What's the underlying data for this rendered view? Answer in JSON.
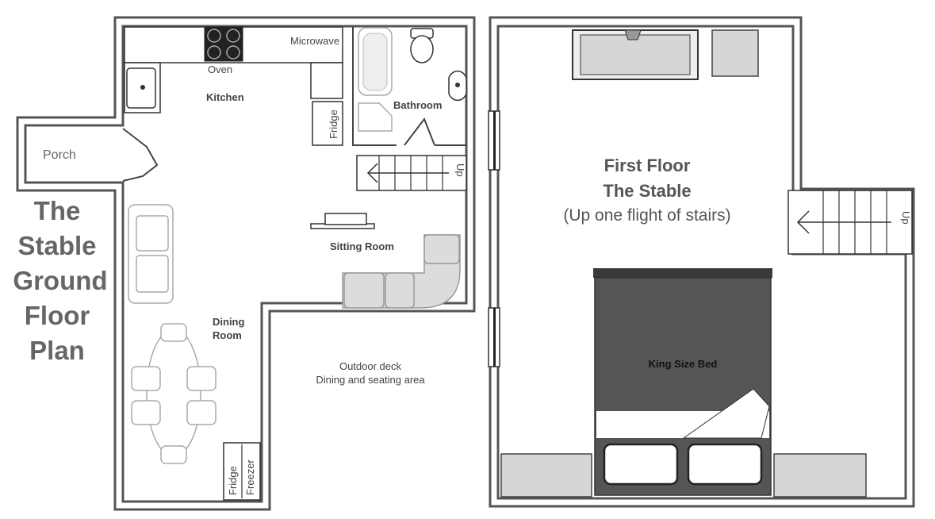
{
  "ground_floor": {
    "title_lines": [
      "The",
      "Stable",
      "Ground",
      "Floor",
      "Plan"
    ],
    "rooms": {
      "porch": "Porch",
      "kitchen": "Kitchen",
      "oven": "Oven",
      "microwave": "Microwave",
      "fridge": "Fridge",
      "bathroom": "Bathroom",
      "sitting_room": "Sitting Room",
      "dining_line1": "Dining",
      "dining_line2": "Room",
      "deck_line1": "Outdoor deck",
      "deck_line2": "Dining and seating area",
      "fridge_freezer_line1": "Fridge",
      "fridge_freezer_line2": "Freezer",
      "stairs_up": "Up"
    }
  },
  "first_floor": {
    "title_line1": "First Floor",
    "title_line2": "The Stable",
    "subtitle": "(Up one flight of stairs)",
    "bed_label": "King Size Bed",
    "stairs_up": "Up"
  },
  "colors": {
    "wall": "#555555",
    "bed": "#555555",
    "furniture_grey": "#d6d6d6",
    "title_grey": "#666666"
  }
}
